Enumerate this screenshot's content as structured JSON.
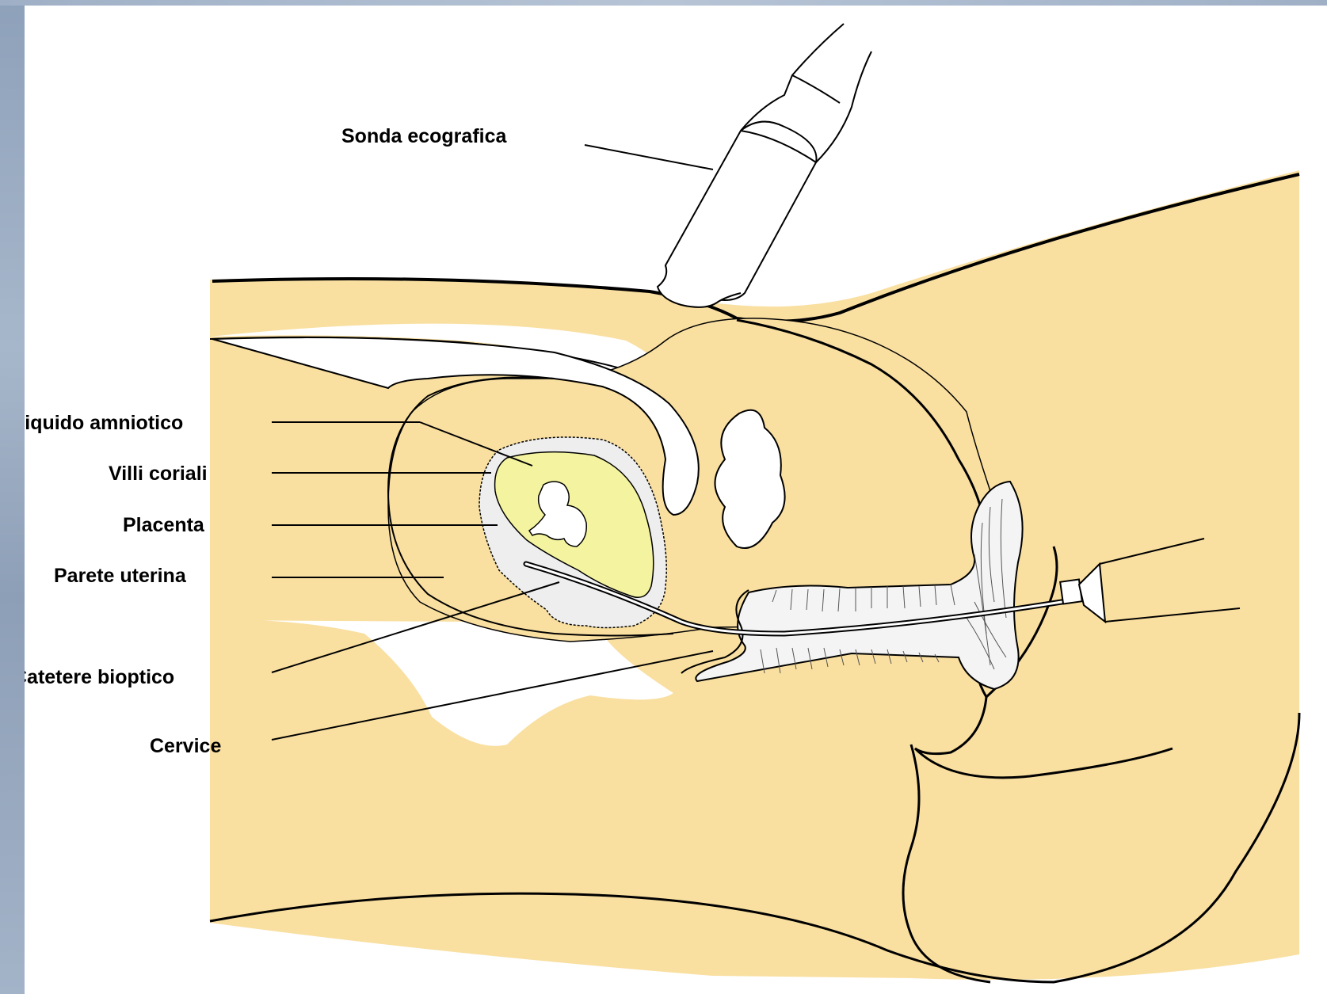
{
  "labels": {
    "sonda": "Sonda ecografica",
    "liquido": "Liquido amniotico",
    "villi": "Villi coriali",
    "placenta": "Placenta",
    "parete": "Parete uterina",
    "catetere": "Catetere bioptico",
    "cervice": "Cervice"
  },
  "colors": {
    "tissue": "#f9dfa0",
    "amniotic_sac": "#f4f4a0",
    "background": "#ffffff",
    "frame": "#9fb0c6",
    "outline": "#000000"
  }
}
